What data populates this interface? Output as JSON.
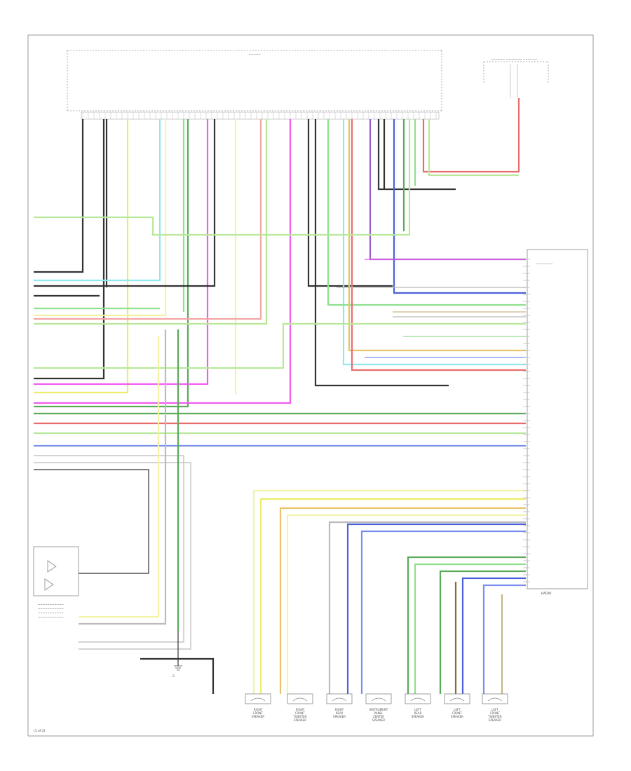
{
  "footer_label": "(1 of 2)",
  "amp_title": "RADIO",
  "ground_label": "G",
  "connector_labels": [
    "X1",
    "X2",
    "X3"
  ],
  "speakers": [
    "RIGHT FRONT SPEAKER",
    "RIGHT FRONT TWEETER SPEAKER",
    "RIGHT REAR SPEAKER",
    "INSTRUMENT PANEL CENTER SPEAKER",
    "LEFT REAR SPEAKER",
    "LEFT FRONT SPEAKER",
    "LEFT FRONT TWEETER SPEAKER"
  ],
  "colors": {
    "black": "#333333",
    "yellow": "#ecec6a",
    "green": "#8fe08f",
    "cyan": "#8fe8f0",
    "magenta": "#f05cf0",
    "purple": "#9a60c8",
    "red": "#e86e6e",
    "blue": "#7a8ef0",
    "dark_blue": "#4b61d9",
    "orange": "#e9c36a"
  }
}
